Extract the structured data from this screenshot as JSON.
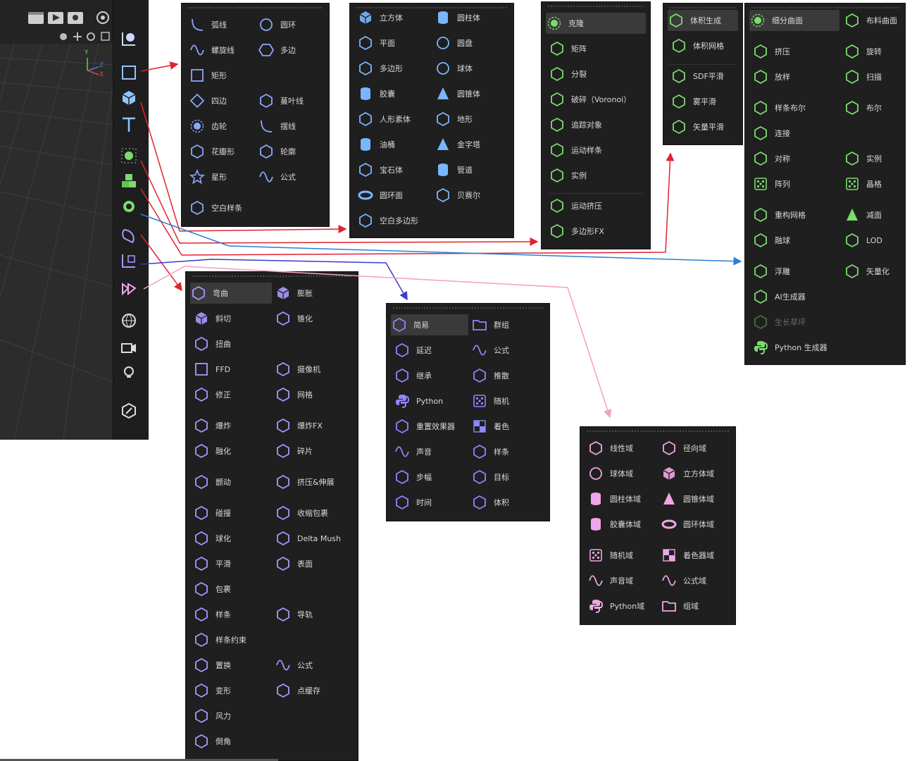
{
  "colors": {
    "spline": "#8aa8ff",
    "object": "#7ab6ff",
    "generator": "#7bdc6e",
    "deformer": "#a898ff",
    "effector": "#8d86ff",
    "field": "#f0a6e6",
    "arrow_red": "#e0232e",
    "arrow_blue": "#2a7fd6",
    "arrow_indigo": "#3b3bcc",
    "arrow_pink": "#f3a0c0"
  },
  "viewport": {
    "axis_labels": [
      "Y",
      "Z",
      "X"
    ]
  },
  "spline_menu": {
    "items": [
      {
        "label": "弧线",
        "icon": "arc-icon"
      },
      {
        "label": "圆环",
        "icon": "circle-icon"
      },
      {
        "label": "螺旋线",
        "icon": "helix-icon"
      },
      {
        "label": "多边",
        "icon": "hexagon-icon"
      },
      {
        "label": "矩形",
        "icon": "rectangle-icon"
      },
      {
        "label": "四边",
        "icon": "diamond-icon"
      },
      {
        "label": "蔓叶线",
        "icon": "cissoid-icon"
      },
      {
        "label": "齿轮",
        "icon": "gear-icon"
      },
      {
        "label": "摆线",
        "icon": "cycloid-icon"
      },
      {
        "label": "花瓣形",
        "icon": "flower-icon"
      },
      {
        "label": "轮廓",
        "icon": "profile-icon"
      },
      {
        "label": "星形",
        "icon": "star-icon"
      },
      {
        "label": "公式",
        "icon": "formula-wave-icon"
      },
      {
        "label": "空白样条",
        "icon": "empty-spline-icon"
      }
    ]
  },
  "object_menu": {
    "items": [
      {
        "label": "立方体",
        "icon": "cube-icon"
      },
      {
        "label": "圆柱体",
        "icon": "cylinder-icon"
      },
      {
        "label": "平面",
        "icon": "plane-icon"
      },
      {
        "label": "圆盘",
        "icon": "disc-icon"
      },
      {
        "label": "多边形",
        "icon": "polygon-icon"
      },
      {
        "label": "球体",
        "icon": "sphere-icon"
      },
      {
        "label": "胶囊",
        "icon": "capsule-icon"
      },
      {
        "label": "圆锥体",
        "icon": "cone-icon"
      },
      {
        "label": "人形素体",
        "icon": "figure-icon"
      },
      {
        "label": "地形",
        "icon": "landscape-icon"
      },
      {
        "label": "油桶",
        "icon": "oiltank-icon"
      },
      {
        "label": "金字塔",
        "icon": "pyramid-icon"
      },
      {
        "label": "宝石体",
        "icon": "platonic-icon"
      },
      {
        "label": "管道",
        "icon": "tube-icon"
      },
      {
        "label": "圆环面",
        "icon": "torus-icon"
      },
      {
        "label": "贝赛尔",
        "icon": "bezier-icon"
      },
      {
        "label": "空白多边形",
        "icon": "empty-polygon-icon"
      }
    ]
  },
  "mograph_menu": {
    "items": [
      {
        "label": "克隆",
        "icon": "cloner-icon"
      },
      {
        "label": "矩阵",
        "icon": "matrix-icon"
      },
      {
        "label": "分裂",
        "icon": "fracture-icon"
      },
      {
        "label": "破碎（Voronoi）",
        "icon": "voronoi-icon"
      },
      {
        "label": "追踪对象",
        "icon": "tracer-icon"
      },
      {
        "label": "运动样条",
        "icon": "mospline-icon"
      },
      {
        "label": "实例",
        "icon": "instance-icon"
      },
      {
        "label": "运动挤压",
        "icon": "moextrude-icon"
      },
      {
        "label": "多边形FX",
        "icon": "polyfx-icon"
      }
    ]
  },
  "volume_menu": {
    "items": [
      {
        "label": "体积生成",
        "icon": "volume-builder-icon"
      },
      {
        "label": "体积网格",
        "icon": "volume-mesher-icon"
      },
      {
        "label": "SDF平滑",
        "icon": "sdf-smooth-icon"
      },
      {
        "label": "雾平滑",
        "icon": "fog-smooth-icon"
      },
      {
        "label": "矢量平滑",
        "icon": "vector-smooth-icon"
      }
    ]
  },
  "generator_menu": {
    "items": [
      {
        "label": "细分曲面",
        "icon": "subdivision-icon"
      },
      {
        "label": "布料曲面",
        "icon": "cloth-icon"
      },
      {
        "label": "挤压",
        "icon": "extrude-icon"
      },
      {
        "label": "旋转",
        "icon": "lathe-icon"
      },
      {
        "label": "放样",
        "icon": "loft-icon"
      },
      {
        "label": "扫描",
        "icon": "sweep-icon"
      },
      {
        "label": "样条布尔",
        "icon": "spline-boole-icon"
      },
      {
        "label": "布尔",
        "icon": "boole-icon"
      },
      {
        "label": "连接",
        "icon": "connect-icon"
      },
      {
        "label": "对称",
        "icon": "symmetry-icon"
      },
      {
        "label": "实例",
        "icon": "instance-icon"
      },
      {
        "label": "阵列",
        "icon": "array-icon"
      },
      {
        "label": "晶格",
        "icon": "atom-array-icon"
      },
      {
        "label": "重构网格",
        "icon": "remesh-icon"
      },
      {
        "label": "减面",
        "icon": "polygon-reduction-icon"
      },
      {
        "label": "融球",
        "icon": "metaball-icon"
      },
      {
        "label": "LOD",
        "icon": "lod-icon"
      },
      {
        "label": "浮雕",
        "icon": "relief-icon"
      },
      {
        "label": "矢量化",
        "icon": "vectorizer-icon"
      },
      {
        "label": "AI生成器",
        "icon": "ai-generator-icon"
      },
      {
        "label": "生长草坪",
        "icon": "grass-icon"
      },
      {
        "label": "Python 生成器",
        "icon": "python-icon"
      }
    ]
  },
  "deformer_menu": {
    "items": [
      {
        "label": "弯曲",
        "icon": "bend-icon"
      },
      {
        "label": "膨胀",
        "icon": "bulge-icon"
      },
      {
        "label": "斜切",
        "icon": "shear-icon"
      },
      {
        "label": "锥化",
        "icon": "taper-icon"
      },
      {
        "label": "扭曲",
        "icon": "twist-icon"
      },
      {
        "label": "FFD",
        "icon": "ffd-icon"
      },
      {
        "label": "摄像机",
        "icon": "camera-deformer-icon"
      },
      {
        "label": "修正",
        "icon": "correction-icon"
      },
      {
        "label": "网格",
        "icon": "mesh-deformer-icon"
      },
      {
        "label": "爆炸",
        "icon": "explosion-icon"
      },
      {
        "label": "爆炸FX",
        "icon": "explosionfx-icon"
      },
      {
        "label": "融化",
        "icon": "melt-icon"
      },
      {
        "label": "碎片",
        "icon": "shatter-icon"
      },
      {
        "label": "颤动",
        "icon": "jiggle-icon"
      },
      {
        "label": "挤压&伸展",
        "icon": "squash-icon"
      },
      {
        "label": "碰撞",
        "icon": "collision-icon"
      },
      {
        "label": "收缩包裹",
        "icon": "shrink-wrap-icon"
      },
      {
        "label": "球化",
        "icon": "spherify-icon"
      },
      {
        "label": "Delta Mush",
        "icon": "delta-mush-icon"
      },
      {
        "label": "平滑",
        "icon": "smoothing-icon"
      },
      {
        "label": "表面",
        "icon": "surface-icon"
      },
      {
        "label": "包裹",
        "icon": "wrap-icon"
      },
      {
        "label": "样条",
        "icon": "spline-deformer-icon"
      },
      {
        "label": "导轨",
        "icon": "rail-icon"
      },
      {
        "label": "样条约束",
        "icon": "spline-wrap-icon"
      },
      {
        "label": "置换",
        "icon": "displacer-icon"
      },
      {
        "label": "公式",
        "icon": "formula-icon"
      },
      {
        "label": "变形",
        "icon": "morph-icon"
      },
      {
        "label": "点缓存",
        "icon": "point-cache-icon"
      },
      {
        "label": "风力",
        "icon": "wind-icon"
      },
      {
        "label": "倒角",
        "icon": "bevel-icon"
      }
    ]
  },
  "effector_menu": {
    "items": [
      {
        "label": "简易",
        "icon": "plain-effector-icon"
      },
      {
        "label": "群组",
        "icon": "group-icon"
      },
      {
        "label": "延迟",
        "icon": "delay-icon"
      },
      {
        "label": "公式",
        "icon": "formula-dots-icon"
      },
      {
        "label": "继承",
        "icon": "inheritance-icon"
      },
      {
        "label": "推散",
        "icon": "push-apart-icon"
      },
      {
        "label": "Python",
        "icon": "python-icon"
      },
      {
        "label": "随机",
        "icon": "random-icon"
      },
      {
        "label": "重置效果器",
        "icon": "reeffector-icon"
      },
      {
        "label": "着色",
        "icon": "shader-icon"
      },
      {
        "label": "声音",
        "icon": "sound-icon"
      },
      {
        "label": "样条",
        "icon": "spline-effector-icon"
      },
      {
        "label": "步幅",
        "icon": "step-icon"
      },
      {
        "label": "目标",
        "icon": "target-icon"
      },
      {
        "label": "时间",
        "icon": "time-icon"
      },
      {
        "label": "体积",
        "icon": "volume-effector-icon"
      }
    ]
  },
  "field_menu": {
    "items": [
      {
        "label": "线性域",
        "icon": "linear-field-icon"
      },
      {
        "label": "径向域",
        "icon": "radial-field-icon"
      },
      {
        "label": "球体域",
        "icon": "sphere-field-icon"
      },
      {
        "label": "立方体域",
        "icon": "box-field-icon"
      },
      {
        "label": "圆柱体域",
        "icon": "cylinder-field-icon"
      },
      {
        "label": "圆锥体域",
        "icon": "cone-field-icon"
      },
      {
        "label": "胶囊体域",
        "icon": "capsule-field-icon"
      },
      {
        "label": "圆环体域",
        "icon": "torus-field-icon"
      },
      {
        "label": "随机域",
        "icon": "random-field-icon"
      },
      {
        "label": "着色器域",
        "icon": "shader-field-icon"
      },
      {
        "label": "声音域",
        "icon": "sound-field-icon"
      },
      {
        "label": "公式域",
        "icon": "formula-field-icon"
      },
      {
        "label": "Python域",
        "icon": "python-field-icon"
      },
      {
        "label": "组域",
        "icon": "group-field-icon"
      }
    ]
  }
}
